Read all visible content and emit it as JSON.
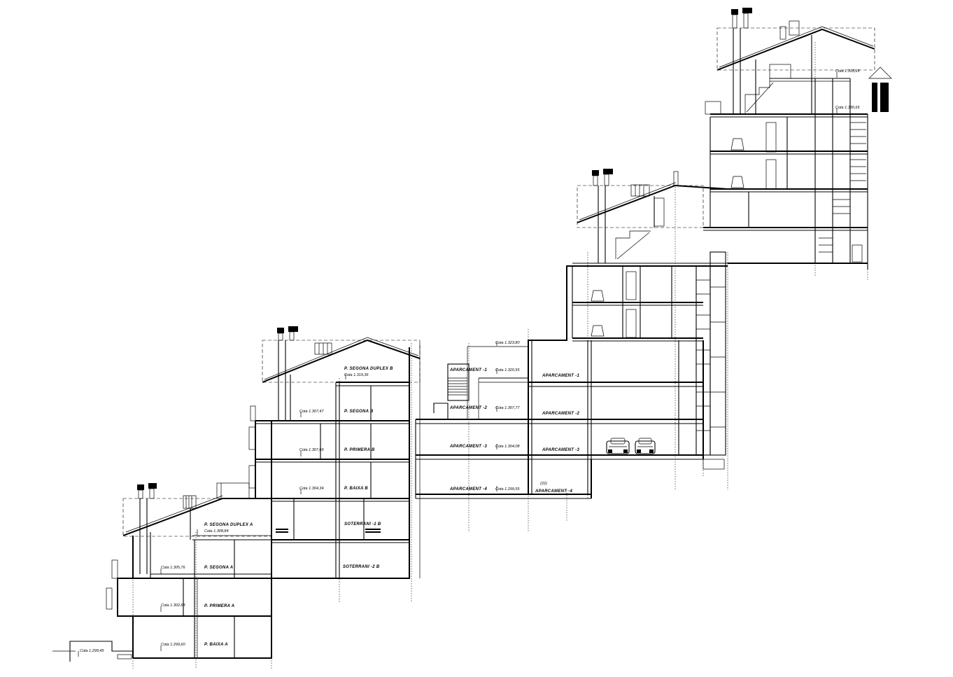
{
  "block_a": {
    "labels": {
      "segona_duplex": "P. SEGONA DUPLEX A",
      "segona": "P. SEGONA A",
      "primera": "P. PRIMERA A",
      "baixa": "P. BAIXA A"
    },
    "cotas": {
      "segona_duplex": "Cota 1.308,84",
      "segona": "Cota 1.305,76",
      "primera": "Cota 1.302,68",
      "baixa": "Cota 1.299,60",
      "street": "Cota 1.299,45"
    }
  },
  "block_b": {
    "labels": {
      "segona_duplex": "P. SEGONA DUPLEX B",
      "segona": "P. SEGONA B",
      "primera": "P. PRIMERA B",
      "baixa": "P. BAIXA B",
      "soterrani_1": "SOTERRANI -1 B",
      "soterrani_2": "SOTERRANI -2 B"
    },
    "cotas": {
      "segona_duplex": "Cota 1.319,36",
      "segona": "Cota 1.307,47",
      "primera": "Cota 1.307,69",
      "baixa": "Cota 1.304,34"
    }
  },
  "parking": {
    "labels": {
      "ap1_left": "APARCAMENT -1",
      "ap2_left": "APARCAMENT -2",
      "ap3_left": "APARCAMENT -3",
      "ap4_left": "APARCAMENT -4",
      "ap1_right": "APARCAMENT -1",
      "ap2_right": "APARCAMENT -2",
      "ap3_right": "APARCAMENT -3",
      "ap4_right": "APARCAMENT -4",
      "places": "(22)"
    },
    "cotas": {
      "top": "Cota 1.323,80",
      "ap1": "Cota 1.320,55",
      "ap2": "Cota 1.307,77",
      "ap3": "Cota 1.304,08",
      "ap4": "Cota 1.299,55"
    }
  },
  "block_d": {
    "cotas": {
      "top": "Cota 1.335,65",
      "second": "Cota 1.330,65"
    }
  }
}
